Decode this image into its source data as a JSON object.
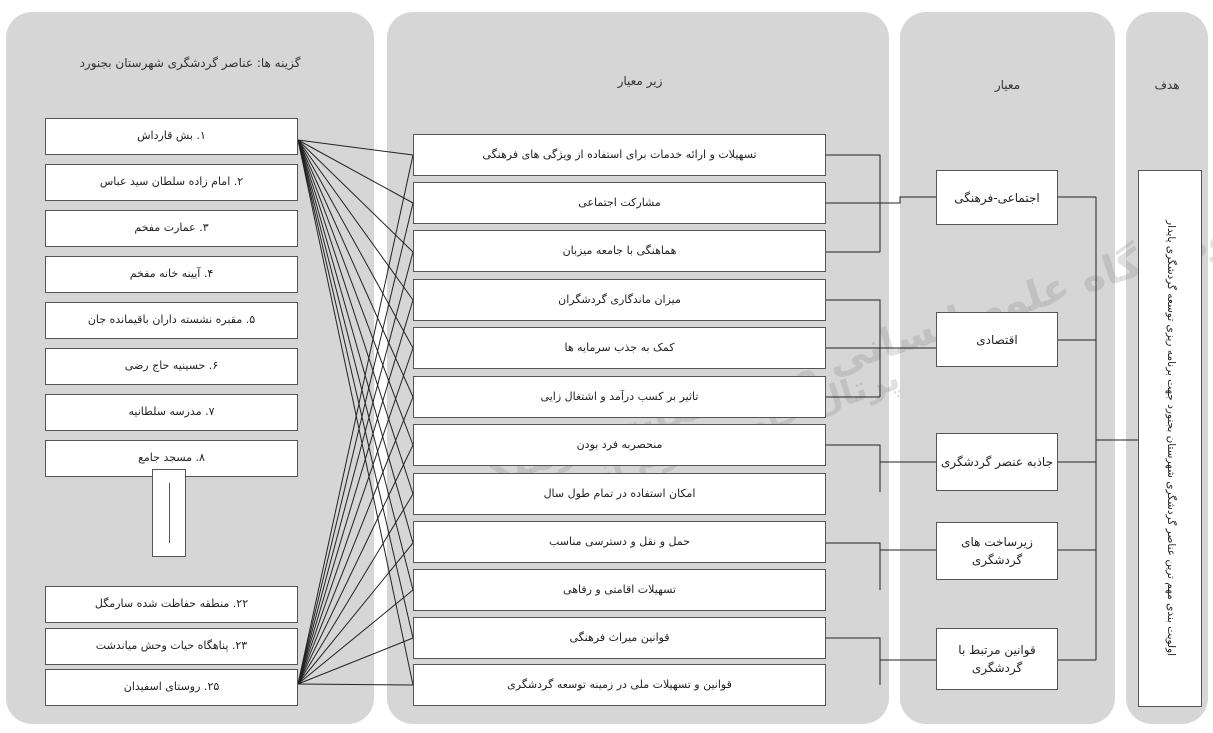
{
  "goal": {
    "title": "هدف",
    "text": "اولویت بندی مهم ترین عناصر گردشگری شهرستان بجنورد جهت برنامه ریزی توسعه گردشگری پایدار"
  },
  "criteria": {
    "title": "معیار",
    "items": [
      "اجتماعی-فرهنگی",
      "اقتصادی",
      "جاذبه عنصر گردشگری",
      "زیرساخت های گردشگری",
      "قوانین مرتبط با گردشگری"
    ]
  },
  "subcriteria": {
    "title": "زیر معیار",
    "items": [
      "تسهیلات و ارائه خدمات برای استفاده از ویژگی های فرهنگی",
      "مشارکت اجتماعی",
      "هماهنگی با جامعه میزبان",
      "میزان ماندگاری گردشگران",
      "کمک به جذب سرمایه ها",
      "تاثیر بر کسب درآمد و اشتغال زایی",
      "منحصربه فرد بودن",
      "امکان استفاده در تمام طول سال",
      "حمل و نقل و دسترسی مناسب",
      "تسهیلات اقامتی و رفاهی",
      "قوانین میراث فرهنگی",
      "قوانین و تسهیلات ملی در زمینه توسعه گردشگری"
    ]
  },
  "alternatives": {
    "title": "گزینه ها: عناصر گردشگری شهرستان بجنورد",
    "items": [
      "۱. بش قارداش",
      "۲. امام زاده سلطان سید عباس",
      "۳. عمارت مفخم",
      "۴. آیینه خانه مفخم",
      "۵. مقبره نشسته داران باقیمانده جان",
      "۶. حسینیه حاج رضی",
      "۷. مدرسه سلطانیه",
      "۸. مسجد جامع",
      "۲۲. منطقه حفاظت شده سارمگل",
      "۲۳. پناهگاه حیات وحش میاندشت",
      "۲۵. روستای اسفیدان"
    ]
  },
  "watermark": {
    "line1": "پژوهشگاه علوم انسانی و مطالعات فرهنگی",
    "line2": "پرتال جامع علوم انسانی"
  }
}
